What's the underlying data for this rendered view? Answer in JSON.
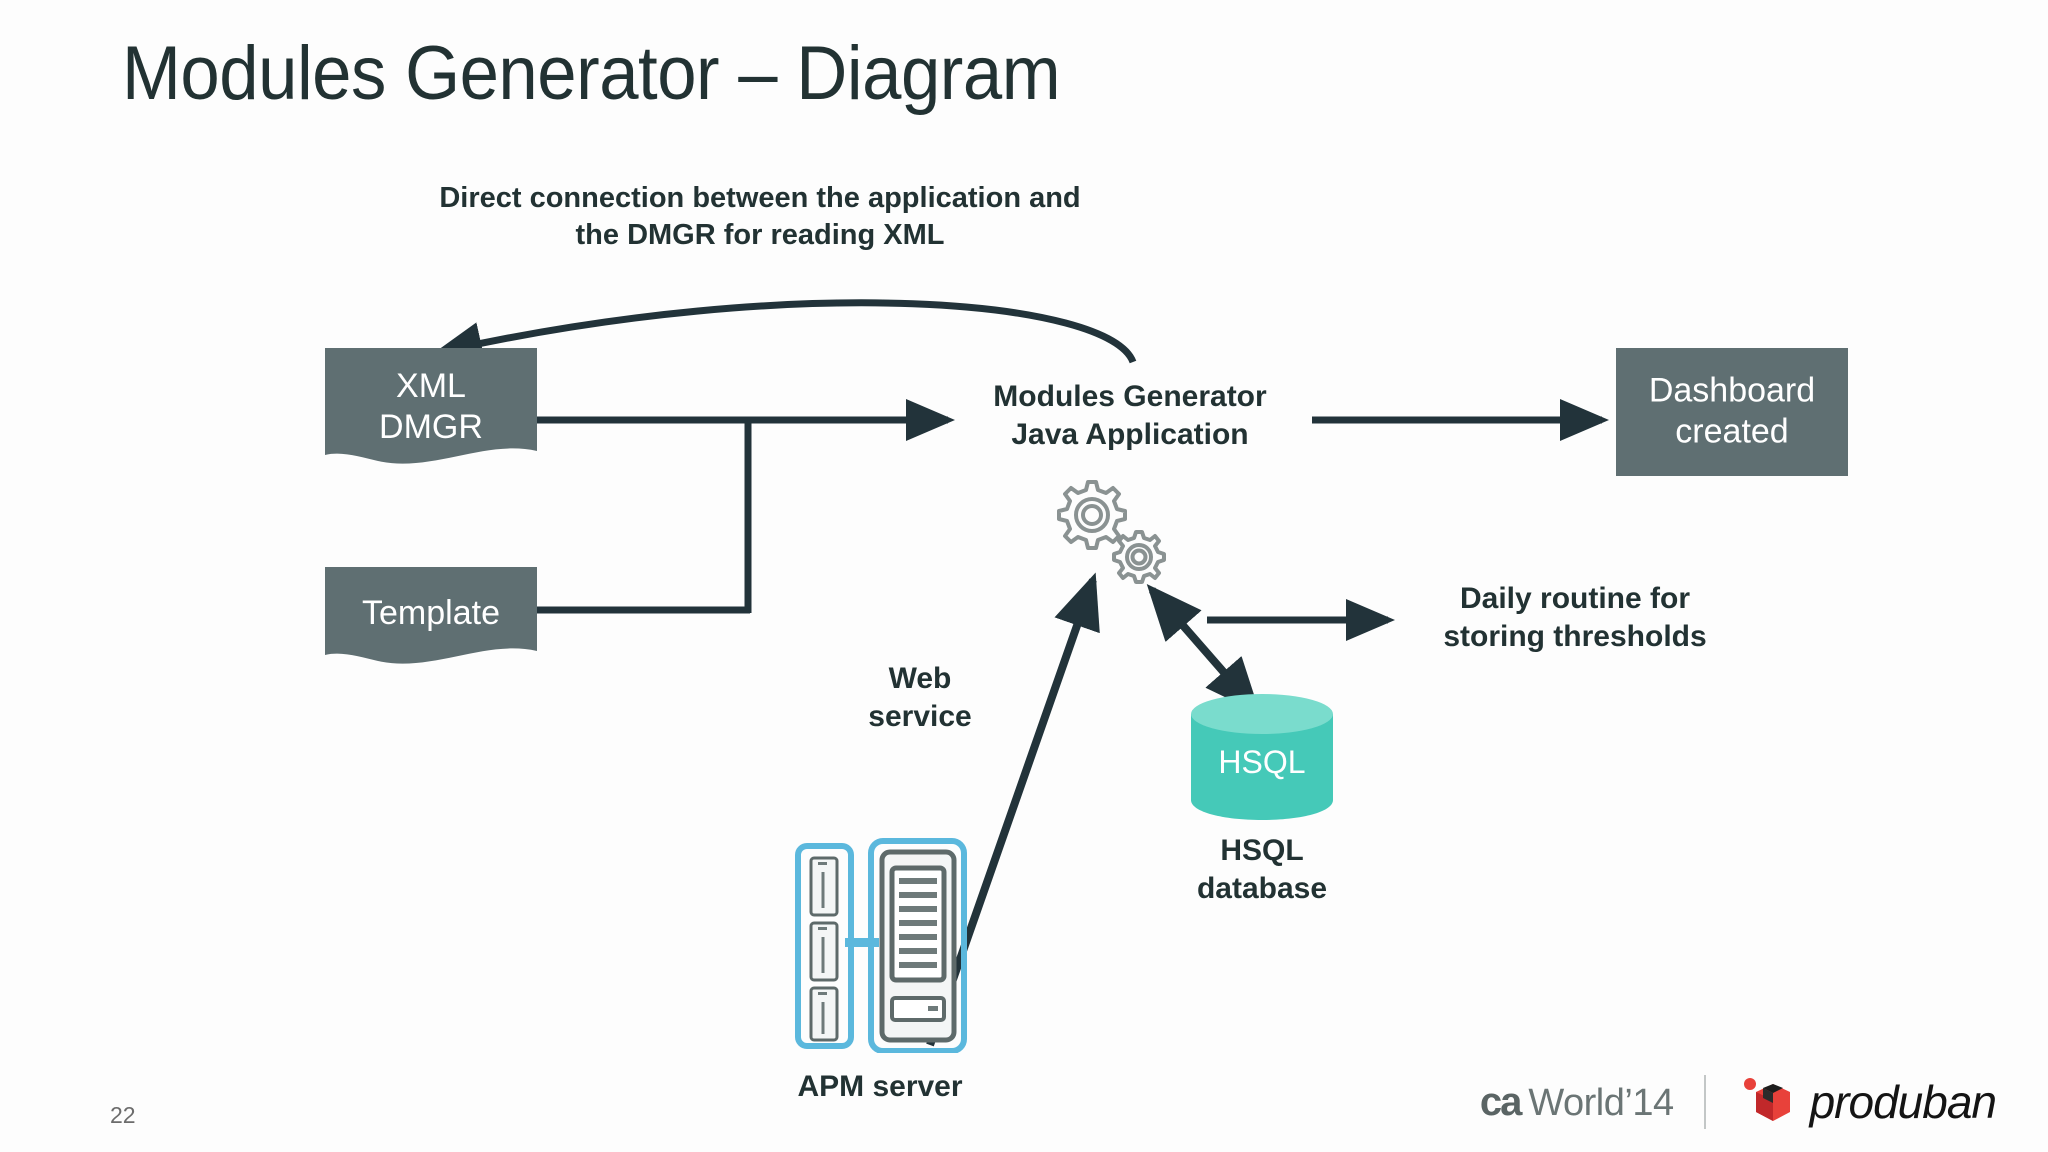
{
  "slide": {
    "title": "Modules Generator – Diagram",
    "page_number": "22",
    "background_color": "#fdfdfd"
  },
  "colors": {
    "title_text": "#223233",
    "box_gray": "#5f6f72",
    "connector": "#22333a",
    "cylinder_body": "#45c9b8",
    "cylinder_top": "#7adccd",
    "server_accent": "#5bb8dd",
    "gear_outline": "#8a9292"
  },
  "annotations": {
    "top_note_line1": "Direct connection between the application and",
    "top_note_line2": "the DMGR for reading XML",
    "web_service_line1": "Web",
    "web_service_line2": "service",
    "daily_routine_line1": "Daily routine for",
    "daily_routine_line2": "storing thresholds"
  },
  "nodes": {
    "xml_dmgr": {
      "line1": "XML",
      "line2": "DMGR",
      "shape": "document"
    },
    "template": {
      "line1": "Template",
      "shape": "document"
    },
    "modules_generator": {
      "line1": "Modules Generator",
      "line2": "Java Application",
      "shape": "text-with-gears"
    },
    "dashboard": {
      "line1": "Dashboard",
      "line2": "created",
      "shape": "rectangle"
    },
    "hsql_db": {
      "cylinder_label": "HSQL",
      "caption_line1": "HSQL",
      "caption_line2": "database",
      "shape": "cylinder"
    },
    "apm_server": {
      "caption": "APM server",
      "shape": "server-icon"
    }
  },
  "footer": {
    "ca_mark": "ca",
    "ca_world_text": "World’14",
    "produban_text": "produban"
  }
}
